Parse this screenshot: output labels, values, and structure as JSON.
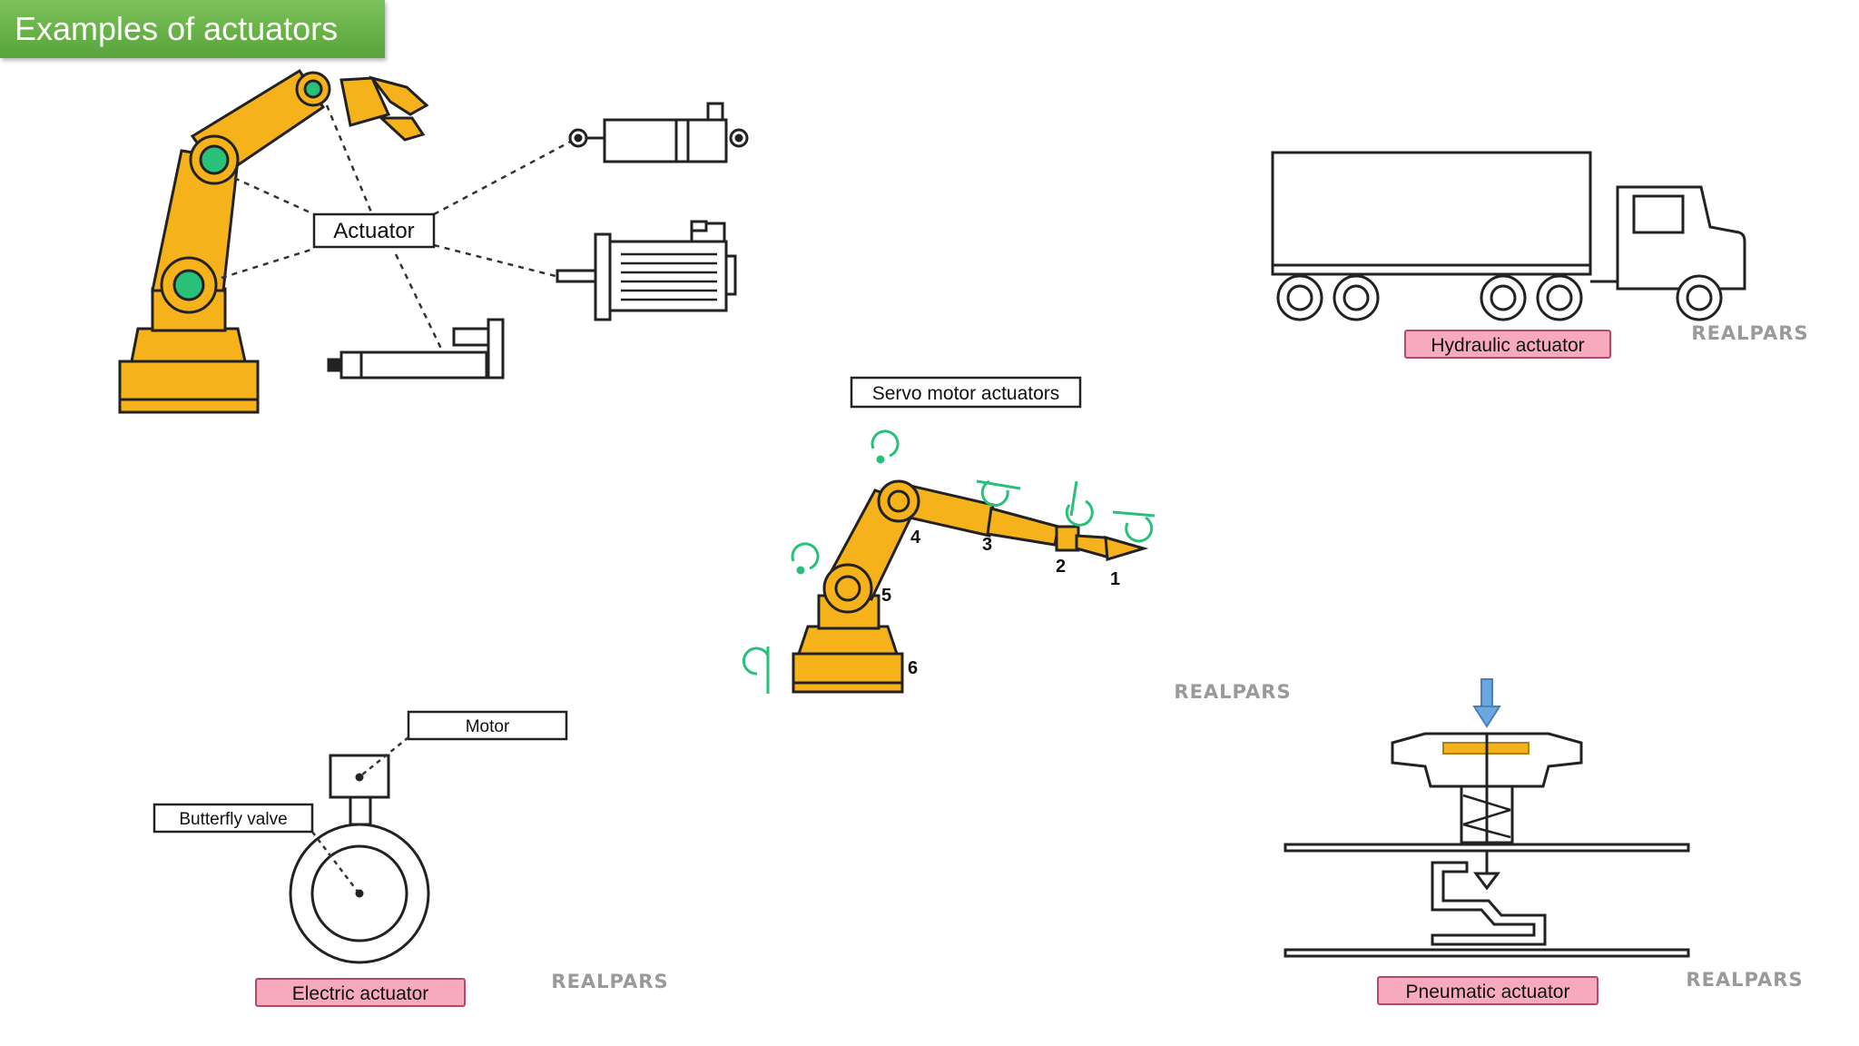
{
  "title": "Examples of actuators",
  "labels": {
    "actuator": "Actuator",
    "hydraulic": "Hydraulic actuator",
    "servo": "Servo motor actuators",
    "motor": "Motor",
    "butterfly_valve": "Butterfly valve",
    "electric": "Electric actuator",
    "pneumatic": "Pneumatic actuator"
  },
  "watermark": "REALPARS",
  "joint_numbers": [
    "1",
    "2",
    "3",
    "4",
    "5",
    "6"
  ],
  "colors": {
    "title_green": "#6bb84a",
    "robot_yellow": "#f5b21b",
    "joint_green": "#29c07a",
    "label_pink": "#f7a9bd",
    "arrow_blue": "#6aa6e0",
    "outline": "#222222"
  }
}
